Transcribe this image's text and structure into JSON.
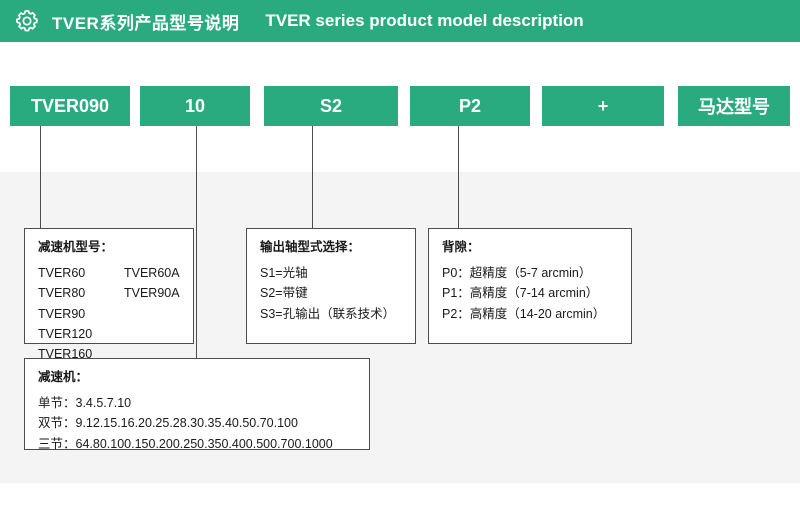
{
  "header": {
    "icon": "gear-icon",
    "title_cn": "TVER系列产品型号说明",
    "title_en": "TVER series product model description",
    "bg_color": "#2aab7f"
  },
  "code_boxes": [
    {
      "label": "TVER090"
    },
    {
      "label": "10"
    },
    {
      "label": "S2"
    },
    {
      "label": "P2"
    },
    {
      "label": "+"
    },
    {
      "label": "马达型号"
    }
  ],
  "panels": {
    "model": {
      "title": "减速机型号：",
      "rows": [
        {
          "left": "TVER60",
          "right": "TVER60A"
        },
        {
          "left": "TVER80",
          "right": "TVER90A"
        },
        {
          "left": "TVER90",
          "right": ""
        },
        {
          "left": "TVER120",
          "right": ""
        },
        {
          "left": "TVER160",
          "right": ""
        }
      ]
    },
    "shaft": {
      "title": "输出轴型式选择：",
      "lines": [
        "S1=光轴",
        "S2=带键",
        "S3=孔输出（联系技术）"
      ]
    },
    "backlash": {
      "title": "背隙：",
      "lines": [
        "P0：超精度（5-7 arcmin）",
        "P1：高精度（7-14 arcmin）",
        "P2：高精度（14-20 arcmin）"
      ]
    },
    "ratio": {
      "title": "减速机：",
      "lines": [
        "单节：3.4.5.7.10",
        "双节：9.12.15.16.20.25.28.30.35.40.50.70.100",
        "三节：64.80.100.150.200.250.350.400.500.700.1000"
      ]
    }
  }
}
